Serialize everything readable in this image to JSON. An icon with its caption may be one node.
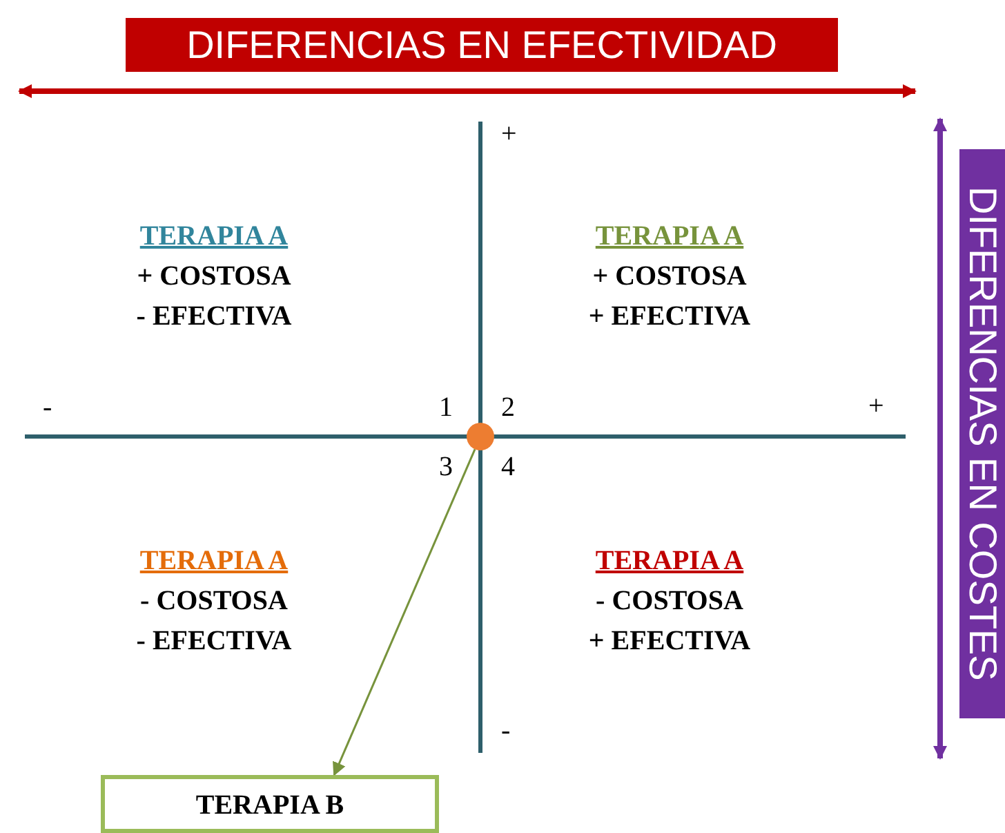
{
  "diagram": {
    "nodes": [
      {
        "text": [
          "TERAPIA A",
          "+ COSTOSA",
          "- EFECTIVA"
        ]
      },
      {
        "text": [
          "TERAPIA A",
          "+ COSTOSA",
          "+ EFECTIVA"
        ]
      },
      {
        "text": [],
        "shape": "circle"
      },
      {
        "text": [
          "TERAPIA A",
          "- COSTOSA",
          "- EFECTIVA"
        ]
      },
      {
        "text": [
          "TERAPIA A",
          "- COSTOSA",
          "+ EFECTIVA"
        ]
      },
      {
        "text": [
          "TERAPIA B"
        ]
      }
    ],
    "edges": [
      {
        "from": 2,
        "to": 5,
        "arrow": "to",
        "color": "#77933c"
      }
    ],
    "labels": [
      "DIFERENCIAS EN EFECTIVIDAD",
      "+",
      "DIFERENCIAS EN COSTES",
      "-",
      "1",
      "2",
      "+",
      "3",
      "4",
      "-"
    ]
  }
}
